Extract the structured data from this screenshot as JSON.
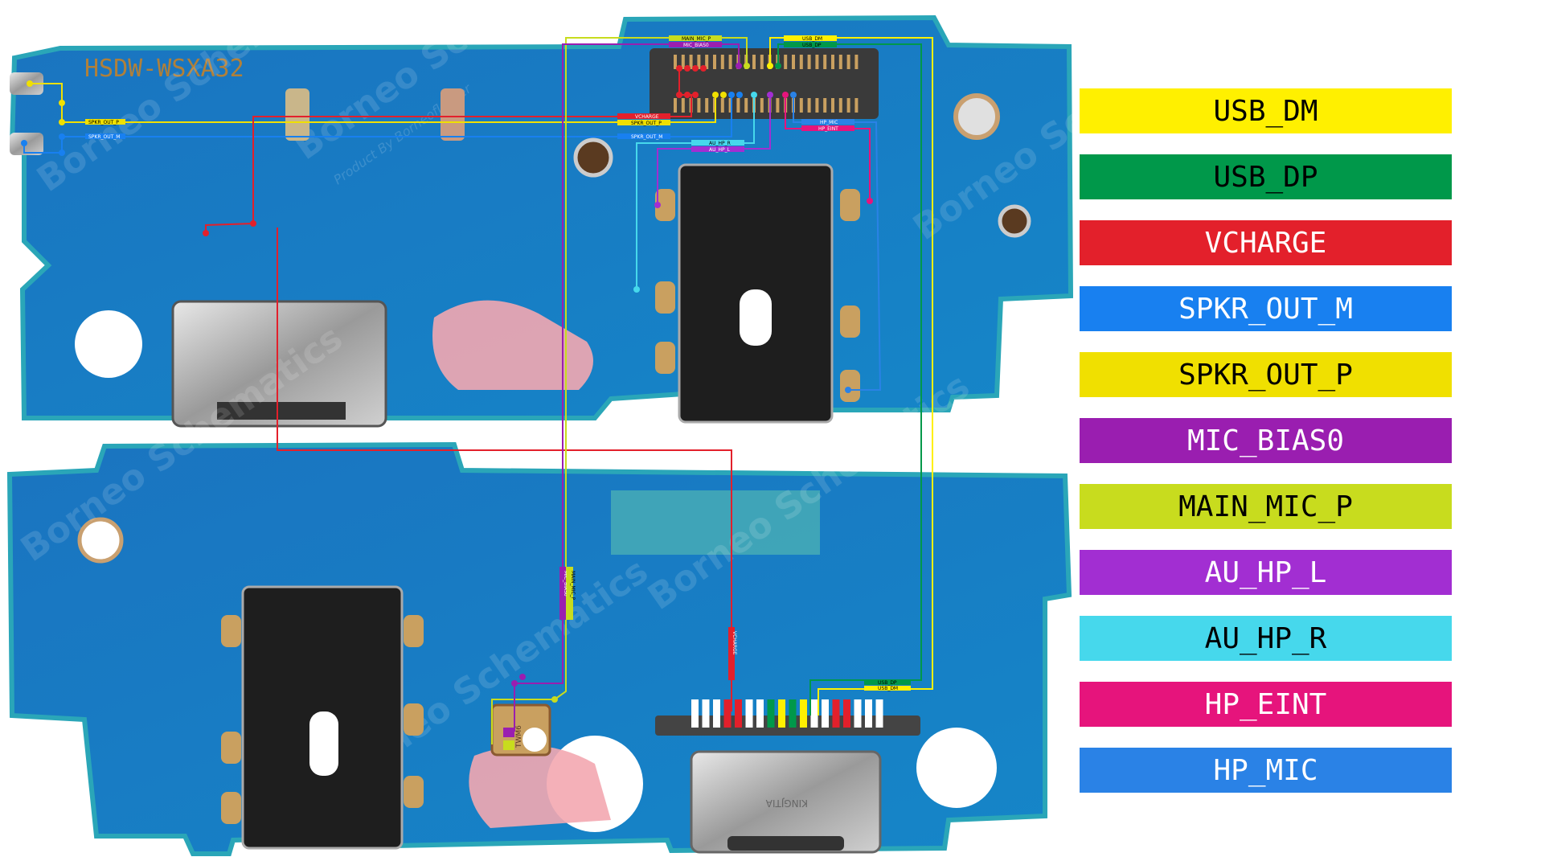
{
  "board": {
    "silkscreen": "HSDW-WSXA32",
    "watermark": "Borneo Schematics",
    "watermark_sub": "Product By Borneoflasher",
    "mic_marking": "TWM6",
    "usbc_marking": "KINGJTIA"
  },
  "trace_labels": {
    "spkr_out_p": "SPKR_OUT_P",
    "spkr_out_m": "SPKR_OUT_M",
    "vcharge": "VCHARGE",
    "main_mic_p": "MAIN_MIC_P",
    "mic_bias0": "MIC_BIAS0",
    "usb_dm": "USB_DM",
    "usb_dp": "USB_DP",
    "au_hp_r": "AU_HP_R",
    "au_hp_l": "AU_HP_L",
    "hp_mic": "HP_MIC",
    "hp_eint": "HP_EINT"
  },
  "legend": [
    {
      "label": "USB_DM",
      "color": "#fff000",
      "text_color": "#000000"
    },
    {
      "label": "USB_DP",
      "color": "#00984a",
      "text_color": "#000000"
    },
    {
      "label": "VCHARGE",
      "color": "#e3202b",
      "text_color": "#ffffff"
    },
    {
      "label": "SPKR_OUT_M",
      "color": "#1880f0",
      "text_color": "#ffffff"
    },
    {
      "label": "SPKR_OUT_P",
      "color": "#f0e000",
      "text_color": "#000000"
    },
    {
      "label": "MIC_BIAS0",
      "color": "#9a1eb0",
      "text_color": "#ffffff"
    },
    {
      "label": "MAIN_MIC_P",
      "color": "#c8dc1e",
      "text_color": "#000000"
    },
    {
      "label": "AU_HP_L",
      "color": "#a22ed2",
      "text_color": "#ffffff"
    },
    {
      "label": "AU_HP_R",
      "color": "#46d8ec",
      "text_color": "#000000"
    },
    {
      "label": "HP_EINT",
      "color": "#e6147c",
      "text_color": "#ffffff"
    },
    {
      "label": "HP_MIC",
      "color": "#2a82e6",
      "text_color": "#ffffff"
    }
  ]
}
